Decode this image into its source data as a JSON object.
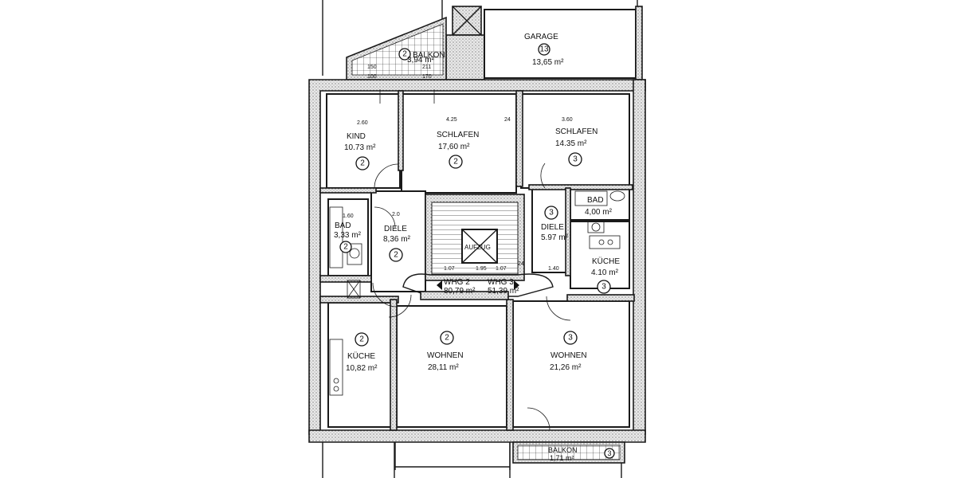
{
  "rooms": {
    "garage": {
      "label": "GARAGE",
      "unit": "13",
      "area": "13,65 m²"
    },
    "balkon_top": {
      "label": "BALKON",
      "unit": "2",
      "area": "3,94 m²"
    },
    "kind": {
      "label": "KIND",
      "area": "10.73 m²",
      "unit": "2"
    },
    "schlafen_2": {
      "label": "SCHLAFEN",
      "area": "17,60 m²",
      "unit": "2"
    },
    "schlafen_3": {
      "label": "SCHLAFEN",
      "area": "14.35 m²",
      "unit": "3"
    },
    "bad_2": {
      "label": "BAD",
      "area": "3,33 m²",
      "unit": "2"
    },
    "diele_2": {
      "label": "DIELE",
      "area": "8,36 m²",
      "unit": "2"
    },
    "diele_3": {
      "label": "DIELE",
      "area": "5.97 m²",
      "unit": "3"
    },
    "bad_3": {
      "label": "BAD",
      "area": "4,00 m²"
    },
    "kueche_3": {
      "label": "KÜCHE",
      "area": "4.10 m²",
      "unit": "3"
    },
    "aufzug": {
      "label": "AUFZUG"
    },
    "whg2": {
      "label": "WHG 2",
      "area": "80,79 m²"
    },
    "whg3": {
      "label": "WHG 3",
      "area": "51,39 m²"
    },
    "kueche_2": {
      "label": "KÜCHE",
      "area": "10,82 m²",
      "unit": "2"
    },
    "wohnen_2": {
      "label": "WOHNEN",
      "area": "28,11 m²",
      "unit": "2"
    },
    "wohnen_3": {
      "label": "WOHNEN",
      "area": "21,26 m²",
      "unit": "3"
    },
    "balkon_bottom": {
      "label": "BALKON",
      "area": "1,71 m²",
      "unit": "3"
    }
  },
  "dimensions": {
    "d1": "2.60",
    "d2": "4.25",
    "d3": "3.60",
    "d4": "24",
    "d5": "1.60",
    "d6": "2.0",
    "d7": "1.07",
    "d8": "1.95",
    "d9": "1.07",
    "d10": "24",
    "d11": "1.40",
    "d12": "150",
    "d13": "100",
    "d14": "211",
    "d15": "170"
  }
}
